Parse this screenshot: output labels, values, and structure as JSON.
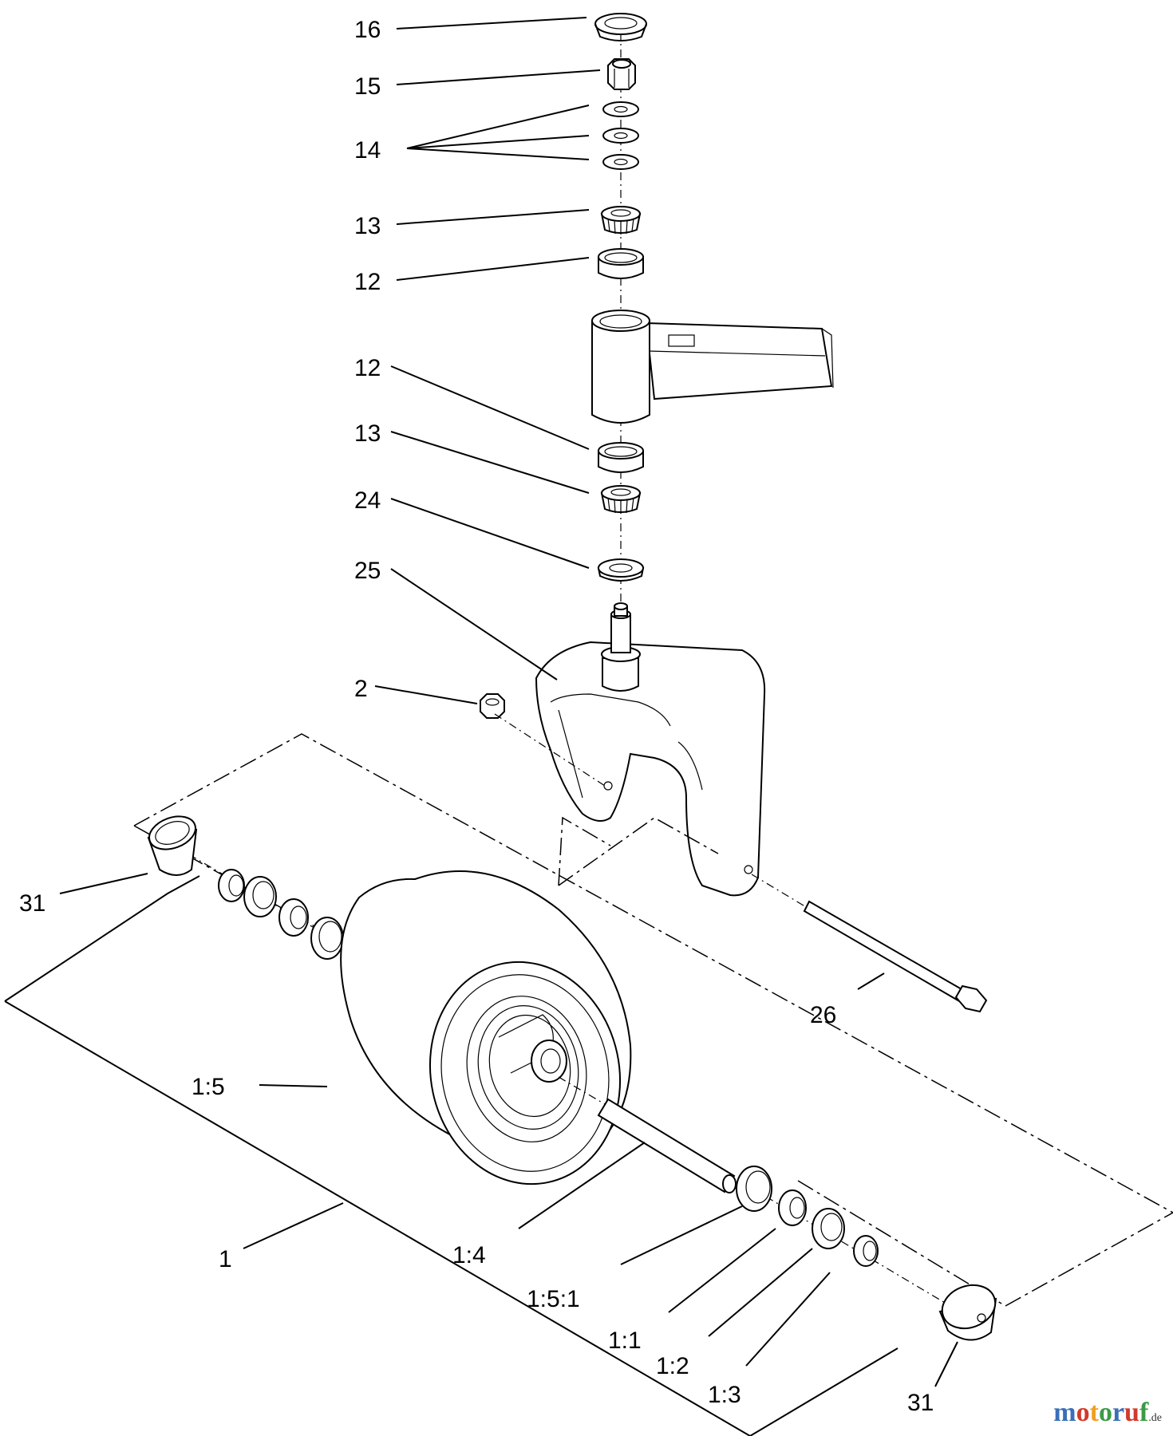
{
  "diagram": {
    "labels": {
      "l16": "16",
      "l15": "15",
      "l14": "14",
      "l13a": "13",
      "l12a": "12",
      "l12b": "12",
      "l13b": "13",
      "l24": "24",
      "l25": "25",
      "l2": "2",
      "l31a": "31",
      "l26": "26",
      "l15w": "1:5",
      "l1": "1",
      "l14w": "1:4",
      "l151": "1:5:1",
      "l11": "1:1",
      "l12w": "1:2",
      "l13w": "1:3",
      "l31b": "31"
    }
  },
  "watermark": {
    "letters": [
      "m",
      "o",
      "t",
      "o",
      "r",
      "u",
      "f"
    ],
    "colors": [
      "#3a6fb7",
      "#d23a2b",
      "#f0a020",
      "#3a9b45",
      "#3a6fb7",
      "#d23a2b",
      "#3a9b45"
    ],
    "suffix": ".de"
  }
}
